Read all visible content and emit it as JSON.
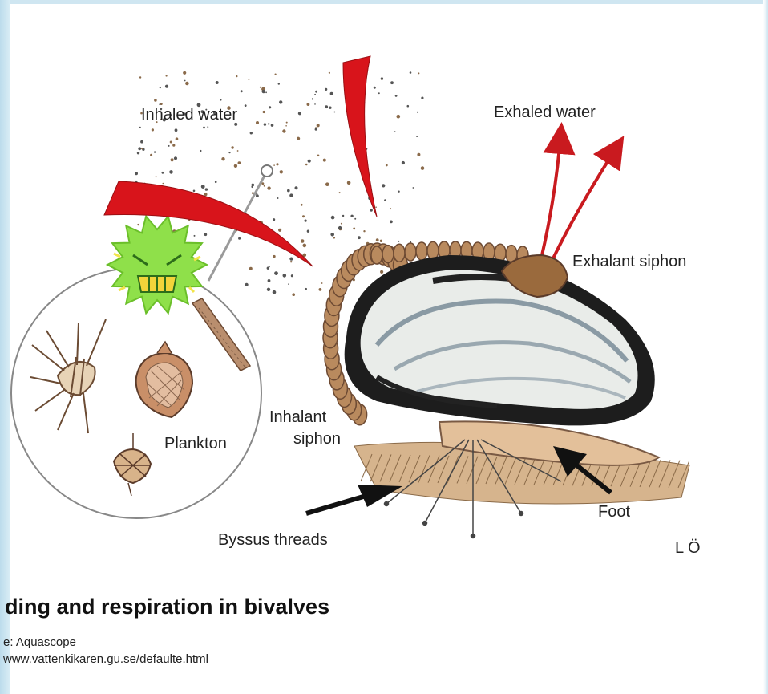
{
  "diagram": {
    "labels": {
      "inhaled_water": "Inhaled water",
      "exhaled_water": "Exhaled water",
      "exhalant_siphon": "Exhalant siphon",
      "inhalant_siphon_line1": "Inhalant",
      "inhalant_siphon_line2": "siphon",
      "plankton": "Plankton",
      "byssus_threads": "Byssus threads",
      "foot": "Foot",
      "author_mark": "L Ö"
    },
    "colors": {
      "arrow_red": "#d8141b",
      "shell_dark": "#1a1a1a",
      "shell_light": "#e9ece9",
      "siphon_brown": "#9a6a3d",
      "seabed": "#d6b48d",
      "virus_green": "#8fe04a",
      "virus_yellow": "#f2d43a"
    }
  },
  "caption": {
    "title": "ding and respiration in bivalves",
    "source_line": "e: Aquascope",
    "url_line": "www.vattenkikaren.gu.se/defaulte.html"
  }
}
